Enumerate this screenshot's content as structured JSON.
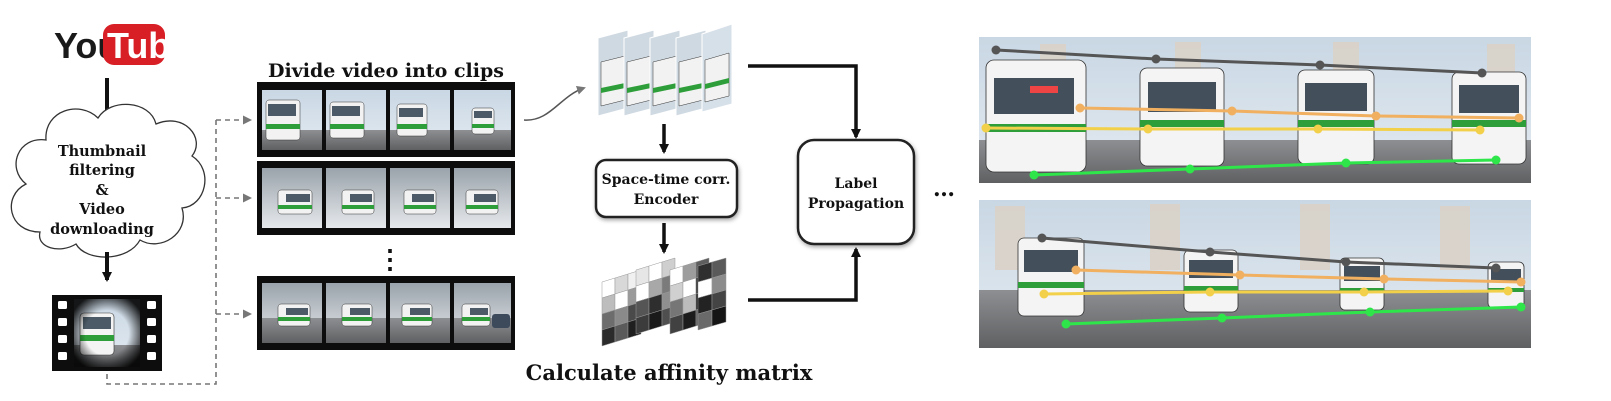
{
  "logo": {
    "you": "You",
    "tube": "Tube",
    "tube_bg": "#d81f26"
  },
  "cloud": {
    "lines": [
      "Thumbnail",
      "filtering",
      "&",
      "Video",
      "downloading"
    ]
  },
  "clips": {
    "title": "Divide video into clips",
    "ellipsis": "⋮"
  },
  "encoder": {
    "lines": [
      "Space-time corr.",
      "Encoder"
    ]
  },
  "affinity": {
    "title": "Calculate affinity matrix"
  },
  "propagation": {
    "lines": [
      "Label",
      "Propagation"
    ]
  },
  "more": {
    "ellipsis": "…"
  },
  "colors": {
    "bus_green": "#2e9e3a",
    "track_dark": "#555555",
    "track_yellow": "#f2d04a",
    "track_orange": "#f0b060",
    "track_green": "#2ee64a"
  }
}
